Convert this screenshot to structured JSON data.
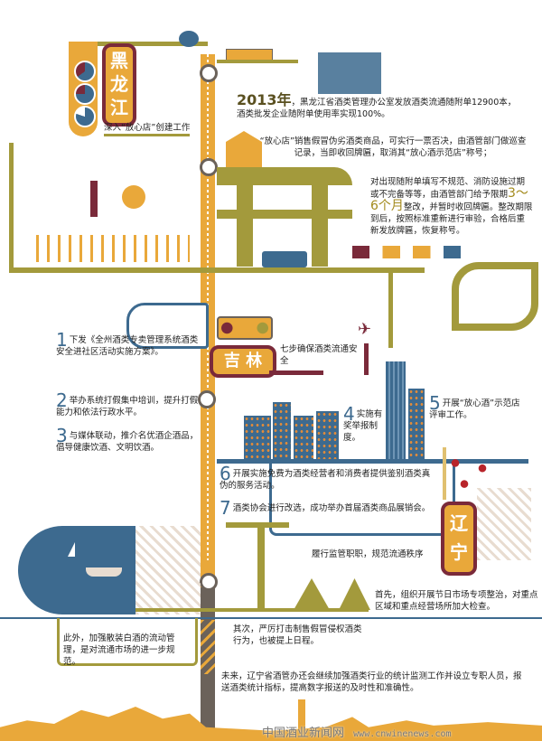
{
  "heilongjiang": {
    "label": "黑龙江",
    "subtitle": "深入“放心店”创建工作",
    "stat_year": "2013年",
    "stat_text": "，黑龙江省酒类管理办公室发放酒类流通随附单12900本，酒类批发企业随附单使用率实现100%。",
    "store_text": "“放心店”销售假冒伪劣酒类商品，可实行一票否决，由酒管部门做巡查记录，当即收回牌匾，取消其“放心酒示范店”称号；",
    "rectify_pre": "对出现随附单填写不规范、消防设施过期或不完备等等，由酒管部门给予限期",
    "rectify_period": "3～6个月",
    "rectify_post": "整改，并暂时收回牌匾。整改期限到后，按照标准重新进行审验，合格后重新发放牌匾，恢复称号。"
  },
  "jilin": {
    "label": "吉 林",
    "subtitle": "七步确保酒类流通安全",
    "steps": [
      {
        "num": "1",
        "text": "下发《全州酒类专卖管理系统酒类安全进社区活动实施方案》。"
      },
      {
        "num": "2",
        "text": "举办系统打假集中培训，提升打假能力和依法行政水平。"
      },
      {
        "num": "3",
        "text": "与媒体联动，推介名优酒企酒品，倡导健康饮酒、文明饮酒。"
      },
      {
        "num": "4",
        "text": "实施有奖举报制度。"
      },
      {
        "num": "5",
        "text": "开展“放心酒”示范店评审工作。"
      },
      {
        "num": "6",
        "text": "开展实施免费为酒类经营者和消费者提供鉴别酒类真伪的服务活动。"
      },
      {
        "num": "7",
        "text": "酒类协会进行改选，成功举办首届酒类商品展销会。"
      }
    ]
  },
  "liaoning": {
    "label": "辽宁",
    "subtitle": "履行监管职职，规范流通秩序",
    "first": "首先，组织开展节日市场专项整治，对重点区域和重点经营场所加大检查。",
    "second": "其次，严厉打击制售假冒侵权酒类行为，也被提上日程。",
    "extra": "此外，加强散装白酒的流动管理，是对流通市场的进一步规范。",
    "future": "未来，辽宁省酒管办还会继续加强酒类行业的统计监测工作并设立专职人员，报送酒类统计指标，提高数字报送的及时性和准确性。"
  },
  "watermark": {
    "site": "中国酒业新闻网",
    "url": "www.cnwinenews.com"
  },
  "colors": {
    "orange": "#e9a83a",
    "olive": "#a39a3c",
    "maroon": "#7a2a3a",
    "blue": "#3d6a8f",
    "gray": "#6b625a"
  }
}
